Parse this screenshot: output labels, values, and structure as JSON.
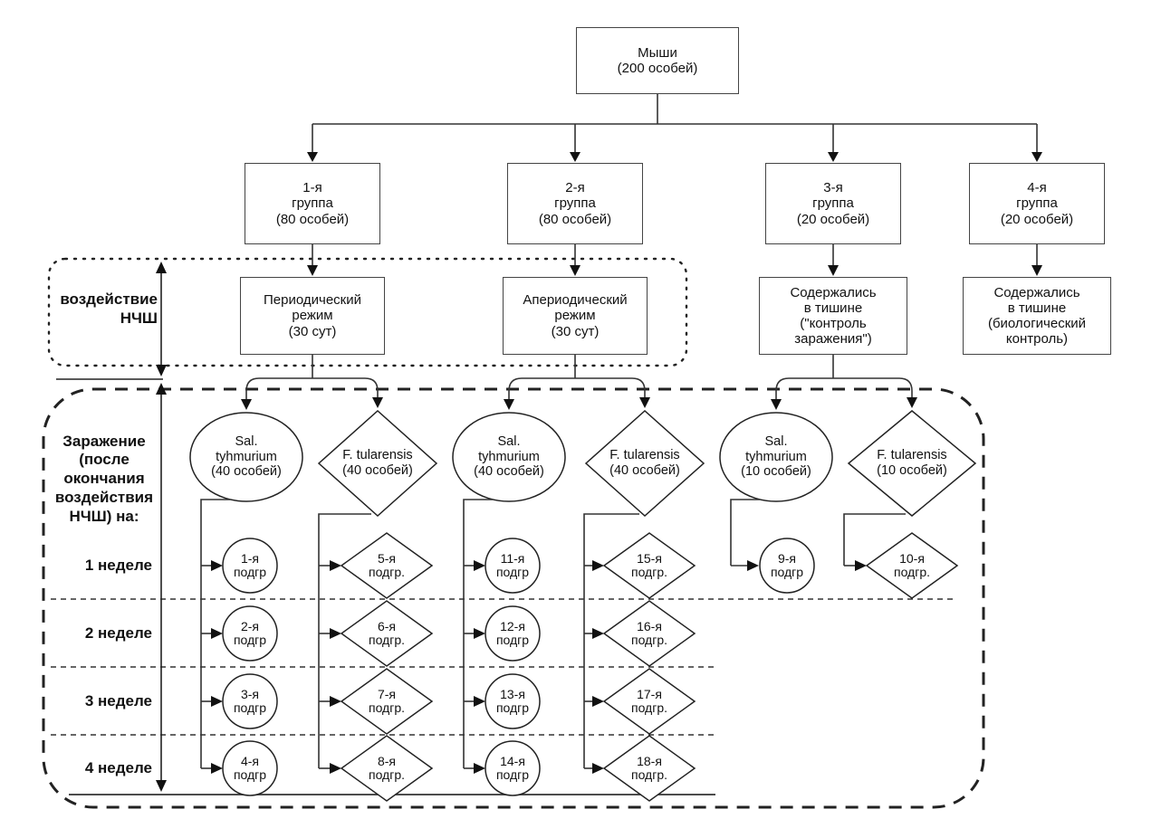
{
  "root": {
    "text": "Мыши\n(200 особей)"
  },
  "groups": [
    {
      "text": "1-я\nгруппа\n(80 особей)"
    },
    {
      "text": "2-я\nгруппа\n(80 особей)"
    },
    {
      "text": "3-я\nгруппа\n(20 особей)"
    },
    {
      "text": "4-я\nгруппа\n(20 особей)"
    }
  ],
  "regimes": [
    {
      "text": "Периодический\nрежим\n(30 сут)"
    },
    {
      "text": "Апериодический\nрежим\n(30 сут)"
    },
    {
      "text": "Содержались\nв тишине\n(\"контроль\nзаражения\")"
    },
    {
      "text": "Содержались\nв тишине\n(биологический\nконтроль)"
    }
  ],
  "section_labels": {
    "exposure": "воздействие\nНЧШ",
    "infection": "Заражение\n(после\nокончания\nвоздействия\nНЧШ) на:"
  },
  "weeks": [
    {
      "label": "1 неделе"
    },
    {
      "label": "2 неделе"
    },
    {
      "label": "3 неделе"
    },
    {
      "label": "4 неделе"
    }
  ],
  "agents": [
    {
      "text": "Sal.\ntyhmurium\n(40 особей)"
    },
    {
      "text": "F. tularensis\n(40 особей)"
    },
    {
      "text": "Sal.\ntyhmurium\n(40 особей)"
    },
    {
      "text": "F. tularensis\n(40 особей)"
    },
    {
      "text": "Sal.\ntyhmurium\n(10 особей)"
    },
    {
      "text": "F. tularensis\n(10 особей)"
    }
  ],
  "subgroups": {
    "col1": [
      "1-я\nподгр",
      "2-я\nподгр",
      "3-я\nподгр",
      "4-я\nподгр"
    ],
    "col2": [
      "5-я\nподгр.",
      "6-я\nподгр.",
      "7-я\nподгр.",
      "8-я\nподгр."
    ],
    "col3": [
      "11-я\nподгр",
      "12-я\nподгр",
      "13-я\nподгр",
      "14-я\nподгр"
    ],
    "col4": [
      "15-я\nподгр.",
      "16-я\nподгр.",
      "17-я\nподгр.",
      "18-я\nподгр."
    ],
    "col5": [
      "9-я\nподгр"
    ],
    "col6": [
      "10-я\nподгр."
    ]
  }
}
